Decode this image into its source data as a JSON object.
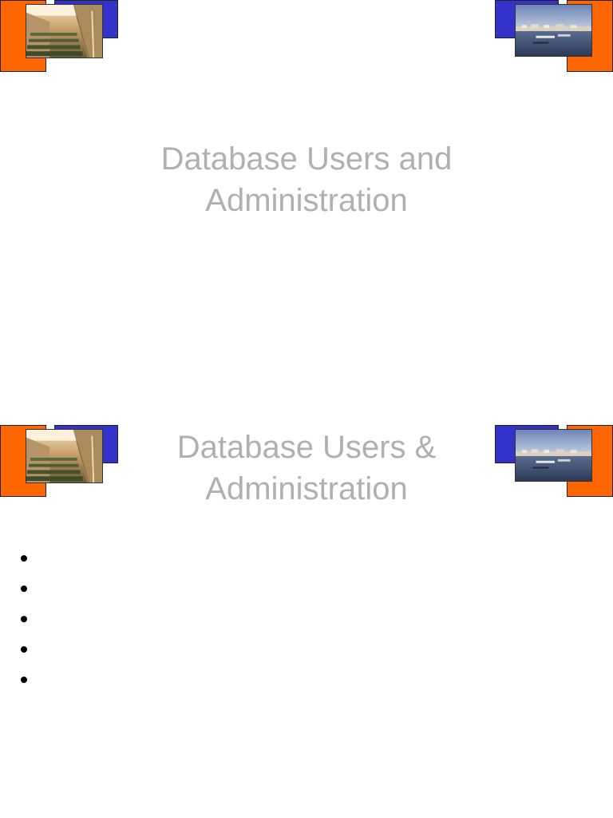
{
  "slides": [
    {
      "title_line1": "Database Users and",
      "title_line2": "Administration"
    },
    {
      "title_line1": "Database Users &",
      "title_line2": "Administration",
      "bullets": [
        "",
        "",
        "",
        "",
        ""
      ]
    }
  ],
  "decoration": {
    "orange": "#ff6600",
    "blue": "#3333cc",
    "left_image": "library-interior-photo",
    "right_image": "harbor-waterfront-photo"
  },
  "colors": {
    "title": "#b0b0b0",
    "background": "#ffffff"
  }
}
